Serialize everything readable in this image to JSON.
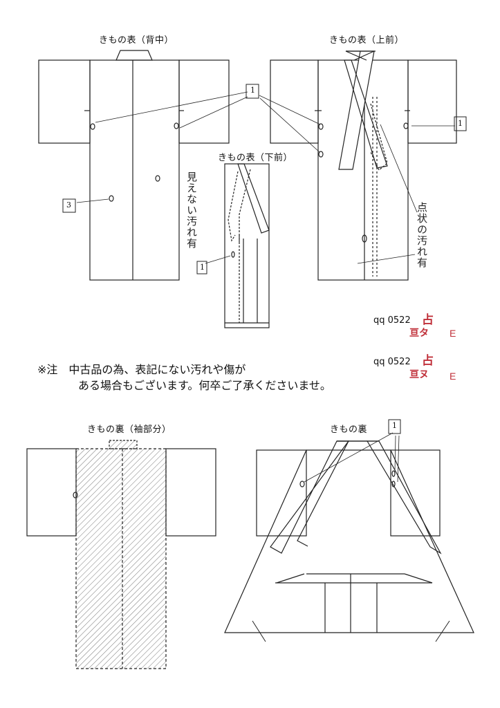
{
  "labels": {
    "back": "きもの表（背中）",
    "upper_front": "きもの表（上前）",
    "lower_front": "きもの表（下前）",
    "lining_sleeve": "きもの裏（袖部分）",
    "lining": "きもの裏"
  },
  "annotations": {
    "back_stain": "見えない汚れ有",
    "front_stain": "点状の汚れ有",
    "count_1": "1",
    "count_3": "3"
  },
  "notice": {
    "line1": "※注　中古品の為、表記にない汚れや傷が",
    "line2": "ある場合もございます。何卒ご了承くださいませ。"
  },
  "codes": [
    {
      "code": "qq 0522",
      "mark": "占",
      "sub": "亘タ",
      "grade": "E"
    },
    {
      "code": "qq 0522",
      "mark": "占",
      "sub": "亘ヌ",
      "grade": "E"
    }
  ]
}
